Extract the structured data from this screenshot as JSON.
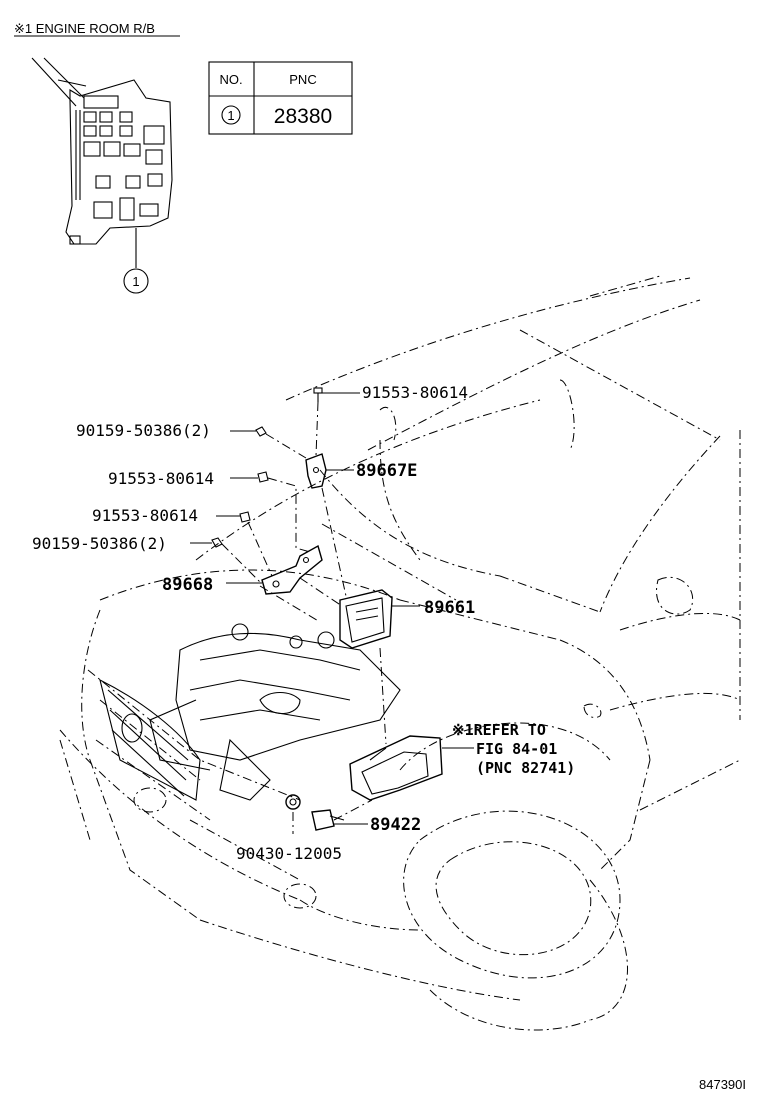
{
  "header": {
    "note": "※1 ENGINE ROOM R/B"
  },
  "pnc_table": {
    "col_no": "NO.",
    "col_pnc": "PNC",
    "rows": [
      {
        "no": "1",
        "pnc": "28380"
      }
    ]
  },
  "callout_circle": "1",
  "parts": {
    "p_91553_top": "91553-80614",
    "p_90159_top": "90159-50386(2)",
    "p_89667e": "89667E",
    "p_91553_mid": "91553-80614",
    "p_91553_low": "91553-80614",
    "p_90159_low": "90159-50386(2)",
    "p_89668": "89668",
    "p_89661": "89661",
    "p_89422": "89422",
    "p_90430": "90430-12005"
  },
  "refer": {
    "line1": "※1REFER TO",
    "line2": "FIG 84-01",
    "line3": "(PNC 82741)"
  },
  "figure_id": "847390I"
}
